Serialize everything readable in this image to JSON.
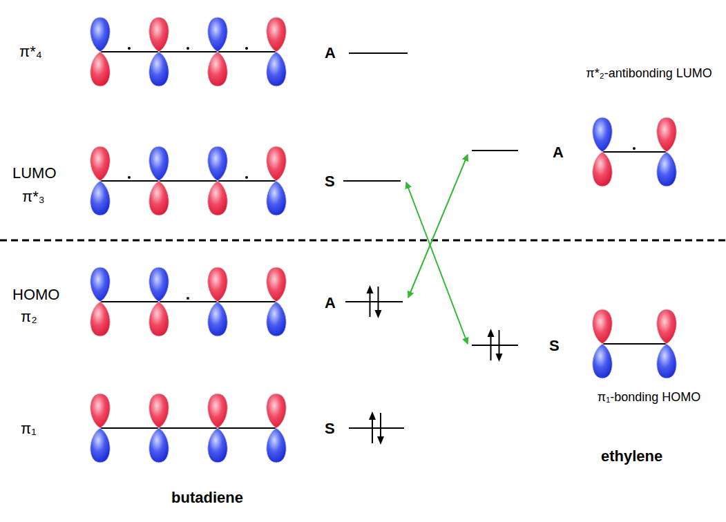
{
  "diagram": {
    "nodes": [
      {
        "text": [
          "π*₄",
          "A"
        ]
      },
      {
        "text": [
          "LUMO",
          "π*₃",
          "S"
        ]
      },
      {
        "text": [
          "HOMO",
          "π₂",
          "A"
        ]
      },
      {
        "text": [
          "π₁",
          "S"
        ]
      },
      {
        "text": [
          "π*₂-antibonding LUMO",
          "A"
        ]
      },
      {
        "text": [
          "π₁-bonding HOMO",
          "S"
        ]
      }
    ],
    "edges": [
      {
        "from": 1,
        "to": 5,
        "arrow": "both"
      },
      {
        "from": 2,
        "to": 4,
        "arrow": "both"
      }
    ],
    "labels": [
      "butadiene",
      "ethylene"
    ]
  }
}
